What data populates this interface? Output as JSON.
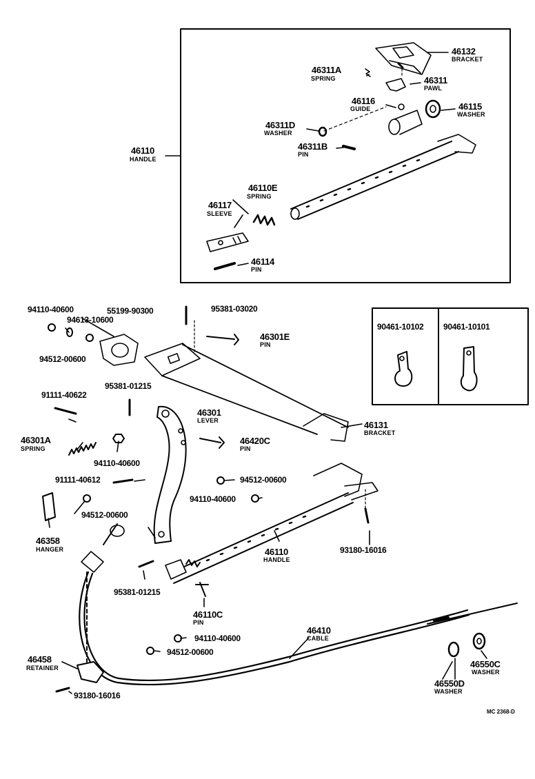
{
  "labels": {
    "p46132": "46132",
    "s46132": "BRACKET",
    "p46311A": "46311A",
    "s46311A": "SPRING",
    "p46311": "46311",
    "s46311": "PAWL",
    "p46116": "46116",
    "s46116": "GUIDE",
    "p46115": "46115",
    "s46115": "WASHER",
    "p46311D": "46311D",
    "s46311D": "WASHER",
    "p46311B": "46311B",
    "s46311B": "PIN",
    "p46110top": "46110",
    "s46110top": "HANDLE",
    "p46110E": "46110E",
    "s46110E": "SPRING",
    "p46117": "46117",
    "s46117": "SLEEVE",
    "p46114": "46114",
    "s46114": "PIN",
    "p94110_40600a": "94110-40600",
    "p94613_10600": "94613-10600",
    "p55199_90300": "55199-90300",
    "p95381_03020": "95381-03020",
    "p94512_00600a": "94512-00600",
    "p46301E": "46301E",
    "s46301E": "PIN",
    "p90461_10102": "90461-10102",
    "p90461_10101": "90461-10101",
    "p95381_01215a": "95381-01215",
    "p91111_40622": "91111-40622",
    "p46301": "46301",
    "s46301": "LEVER",
    "p46131": "46131",
    "s46131": "BRACKET",
    "p46301A": "46301A",
    "s46301A": "SPRING",
    "p46420C": "46420C",
    "s46420C": "PIN",
    "p94110_40600b": "94110-40600",
    "p91111_40612": "91111-40612",
    "p94512_00600b": "94512-00600",
    "p94512_00600c": "94512-00600",
    "p94110_40600c": "94110-40600",
    "p46358": "46358",
    "s46358": "HANGER",
    "p46110bot": "46110",
    "s46110bot": "HANDLE",
    "p93180_16016a": "93180-16016",
    "p95381_01215b": "95381-01215",
    "p46110C": "46110C",
    "s46110C": "PIN",
    "p46410": "46410",
    "s46410": "CABLE",
    "p94110_40600d": "94110-40600",
    "p94512_00600d": "94512-00600",
    "p46458": "46458",
    "s46458": "RETAINER",
    "p46550C": "46550C",
    "s46550C": "WASHER",
    "p46550D": "46550D",
    "s46550D": "WASHER",
    "p93180_16016b": "93180-16016",
    "ref": "MC 2368-D"
  }
}
